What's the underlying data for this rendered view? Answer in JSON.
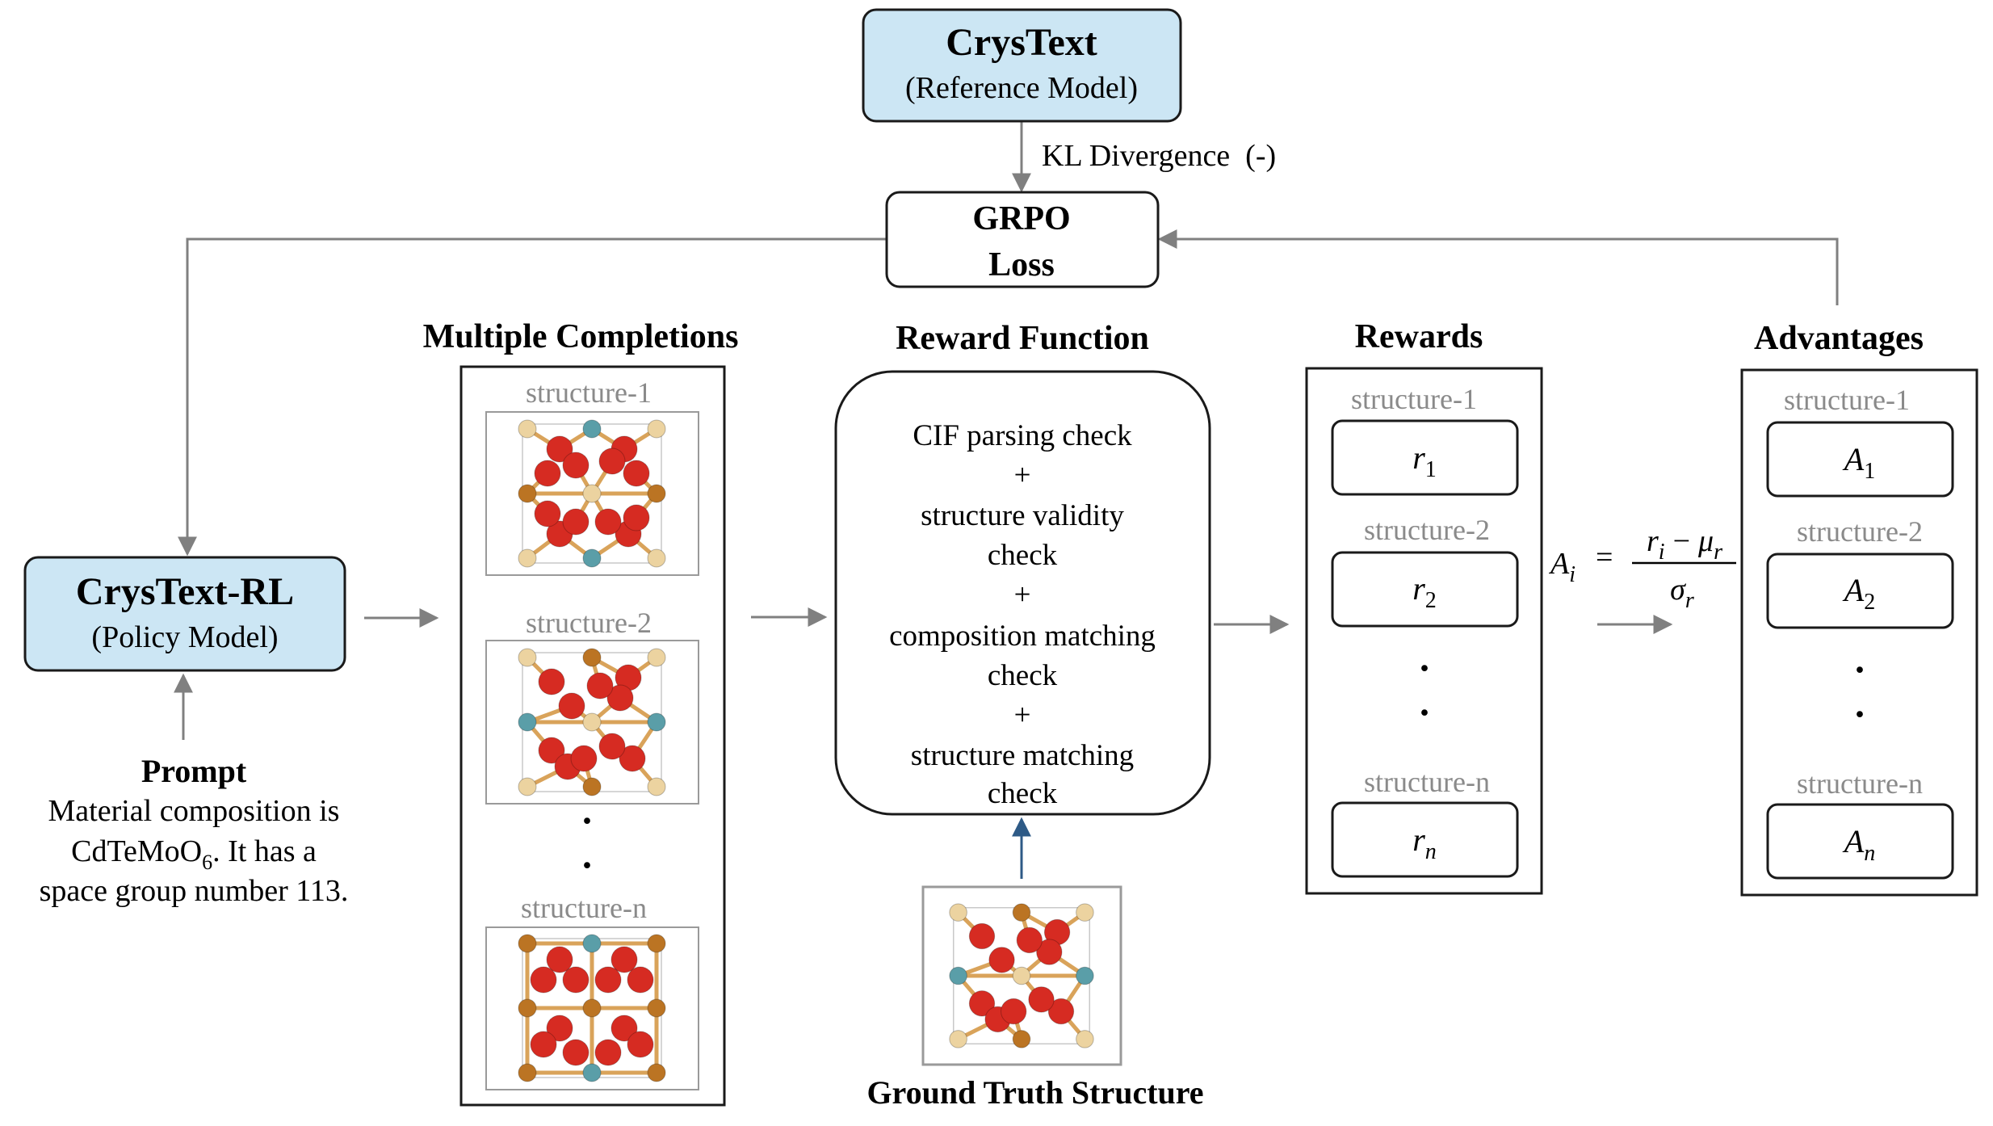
{
  "reference_model": {
    "name": "CrysText",
    "role": "(Reference Model)"
  },
  "kl_label": "KL Divergence  (-)",
  "grpo": {
    "line1": "GRPO",
    "line2": "Loss"
  },
  "policy_model": {
    "name": "CrysText-RL",
    "role": "(Policy Model)"
  },
  "prompt": {
    "title": "Prompt",
    "line1": "Material composition is",
    "line2_pre": "CdTeMoO",
    "line2_sub": "6",
    "line2_post": ". It has a",
    "line3": "space group number 113."
  },
  "completions": {
    "title": "Multiple Completions",
    "label1": "structure-1",
    "label2": "structure-2",
    "labeln": "structure-n",
    "ellipsis": "·"
  },
  "reward_function": {
    "title": "Reward Function",
    "lines": [
      "CIF parsing check",
      "+",
      "structure validity",
      "check",
      "+",
      "composition matching",
      "check",
      "+",
      "structure matching",
      "check"
    ]
  },
  "ground_truth": {
    "title": "Ground Truth Structure"
  },
  "rewards": {
    "title": "Rewards",
    "label1": "structure-1",
    "label2": "structure-2",
    "labeln": "structure-n",
    "r": "r",
    "sub1": "1",
    "sub2": "2",
    "subn": "n",
    "ellipsis": "·"
  },
  "formula": {
    "lhs": "A",
    "lhs_sub": "i",
    "eq": "=",
    "num_r": "r",
    "num_r_sub": "i",
    "num_minus": "−",
    "num_mu": "μ",
    "num_mu_sub": "r",
    "den_sigma": "σ",
    "den_sigma_sub": "r"
  },
  "advantages": {
    "title": "Advantages",
    "label1": "structure-1",
    "label2": "structure-2",
    "labeln": "structure-n",
    "a": "A",
    "sub1": "1",
    "sub2": "2",
    "subn": "n",
    "ellipsis": "·"
  },
  "colors": {
    "model_fill": "#cce6f4",
    "line": "#808080",
    "gt_arrow": "#2e5a86",
    "atom_red": "#d62b22",
    "atom_tan": "#ecd3a0",
    "atom_brown": "#bb7423",
    "atom_teal": "#5a9ea8"
  }
}
